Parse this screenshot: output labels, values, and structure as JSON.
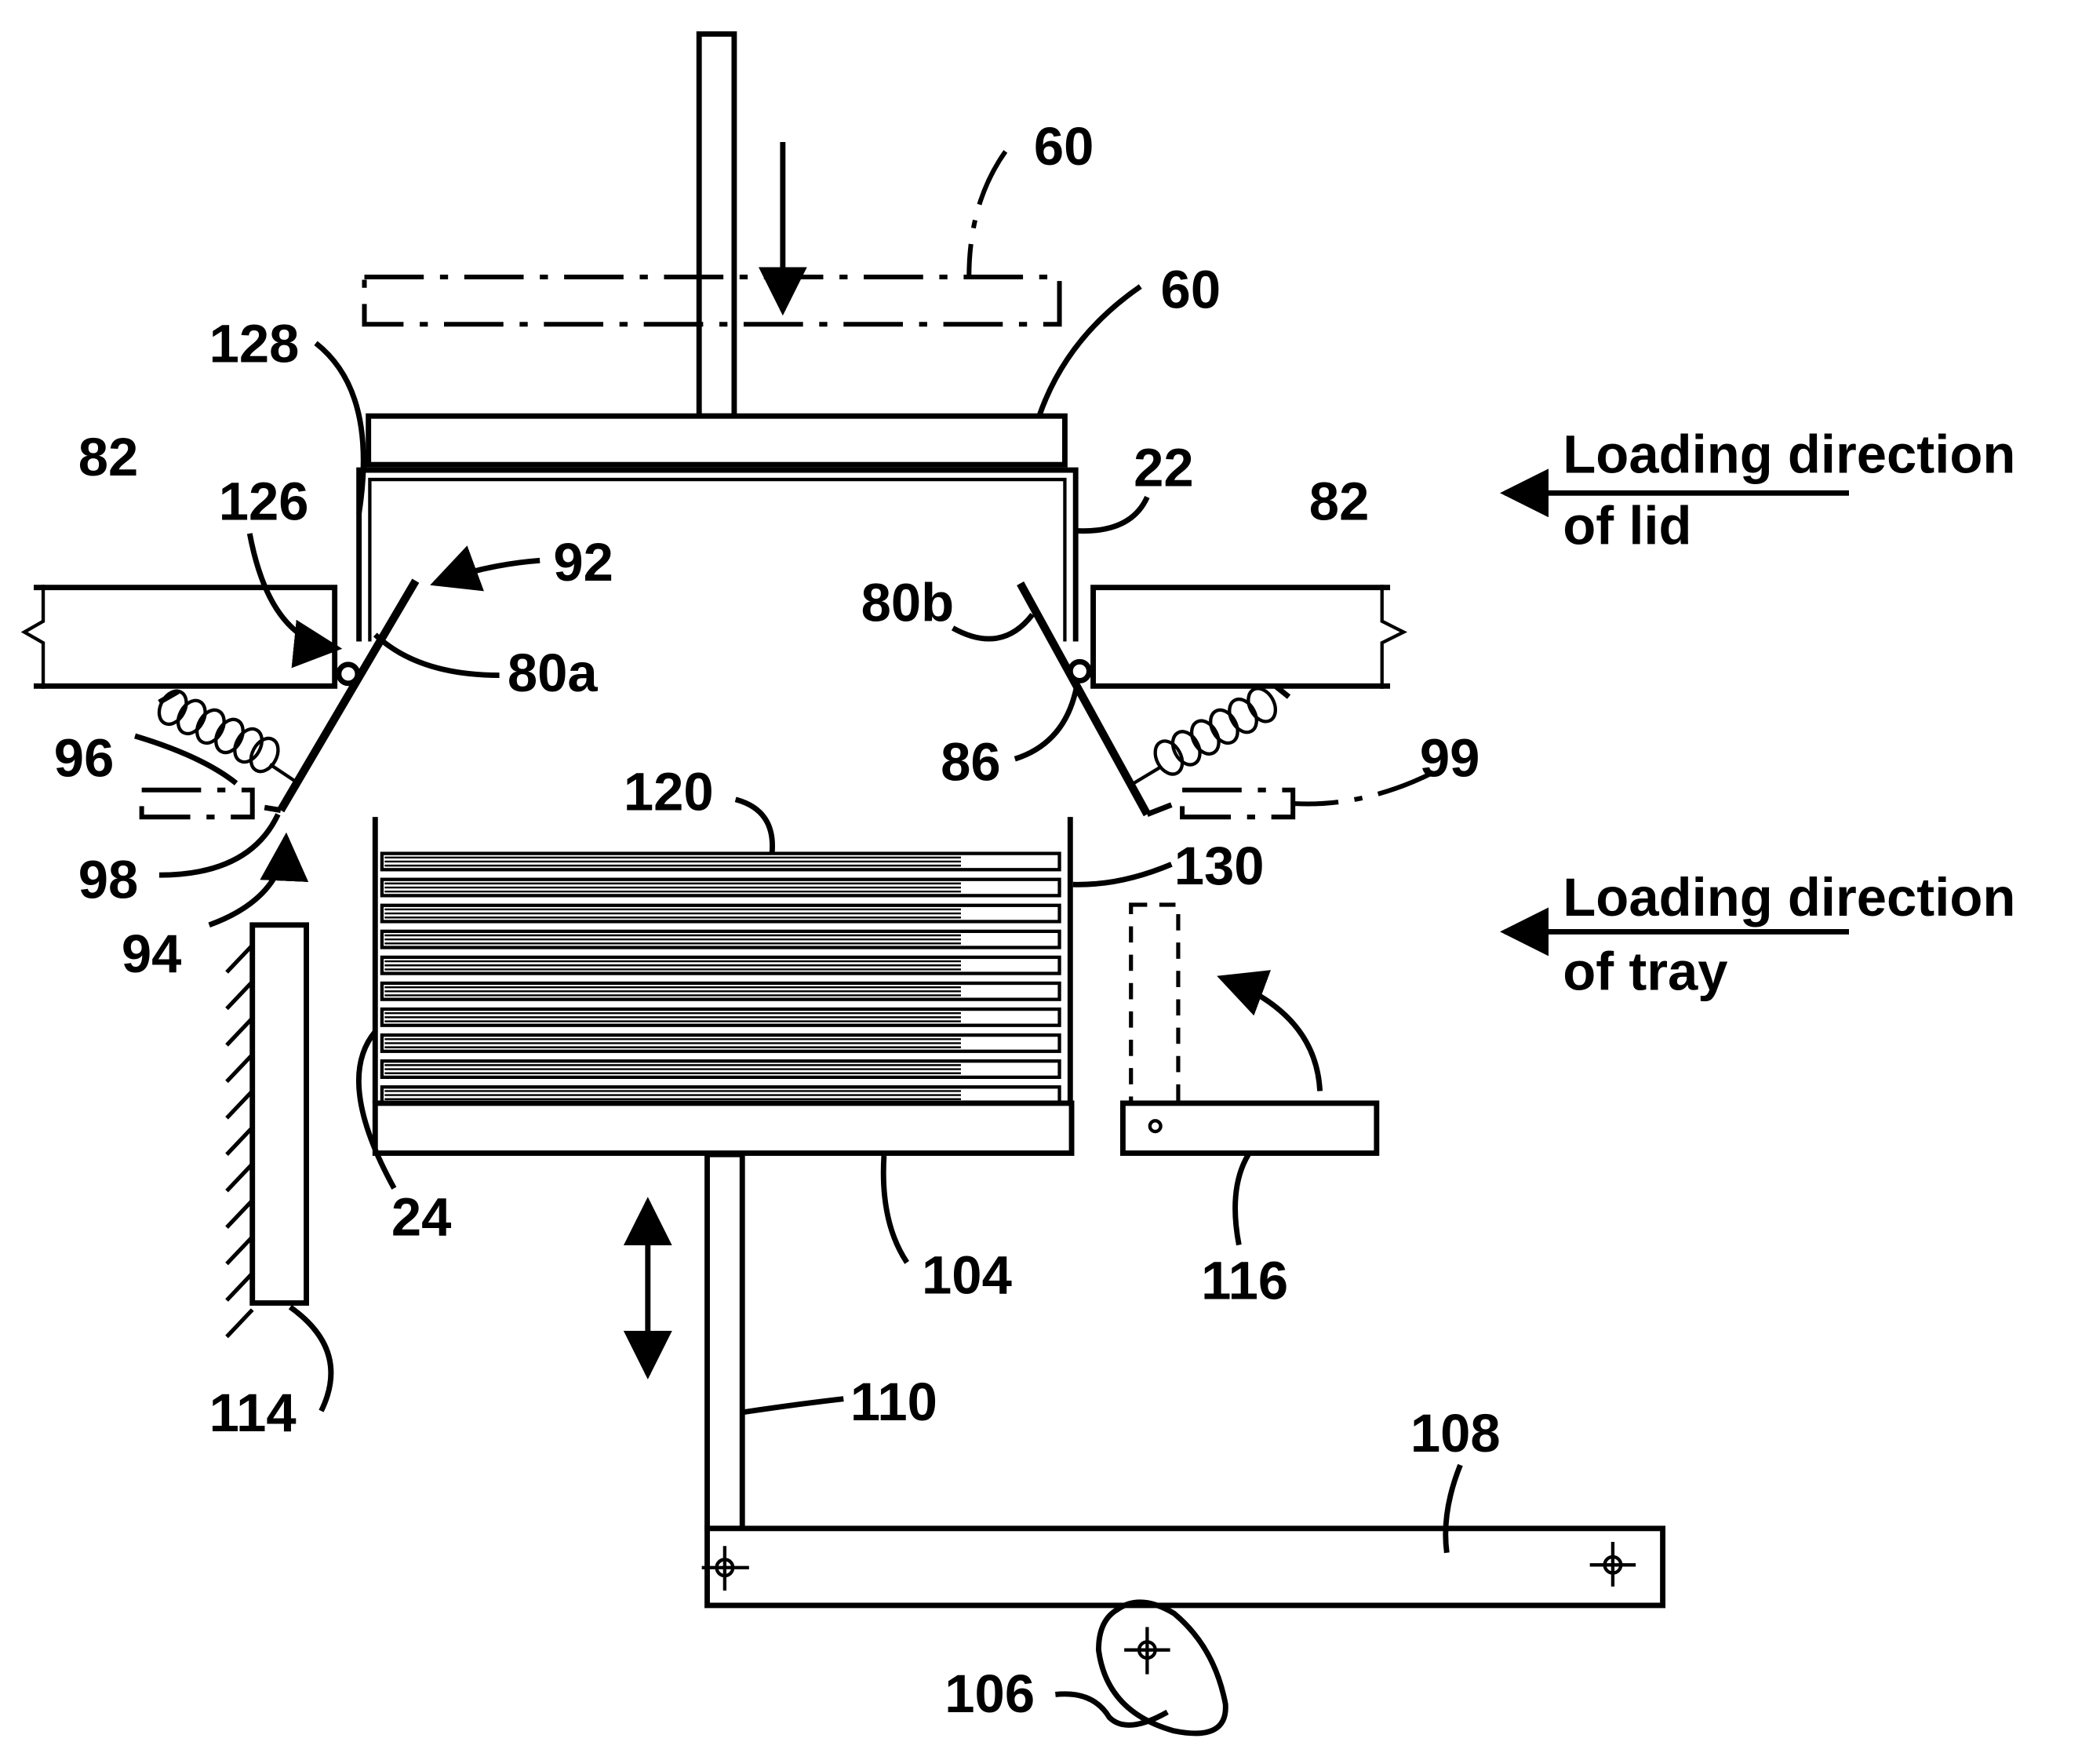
{
  "labels": {
    "lid_phantom": "60",
    "lid": "60",
    "tray_edge": "128",
    "rail_left": "82",
    "rail_right": "82",
    "lid_edge_left": "126",
    "flap_arrow": "92",
    "flap_left": "80a",
    "flap_right": "80b",
    "lid_wall": "22",
    "pivot": "86",
    "spring_left": "96",
    "stop_left": "98",
    "stop_right": "99",
    "flap_motion": "94",
    "stack": "120",
    "tray_wall": "130",
    "tray": "24",
    "platform": "104",
    "lever_arm": "116",
    "guide": "114",
    "rod": "110",
    "beam": "108",
    "cam": "106"
  },
  "captions": {
    "lid_line1": "Loading direction",
    "lid_line2": "of lid",
    "tray_line1": "Loading direction",
    "tray_line2": "of tray"
  }
}
